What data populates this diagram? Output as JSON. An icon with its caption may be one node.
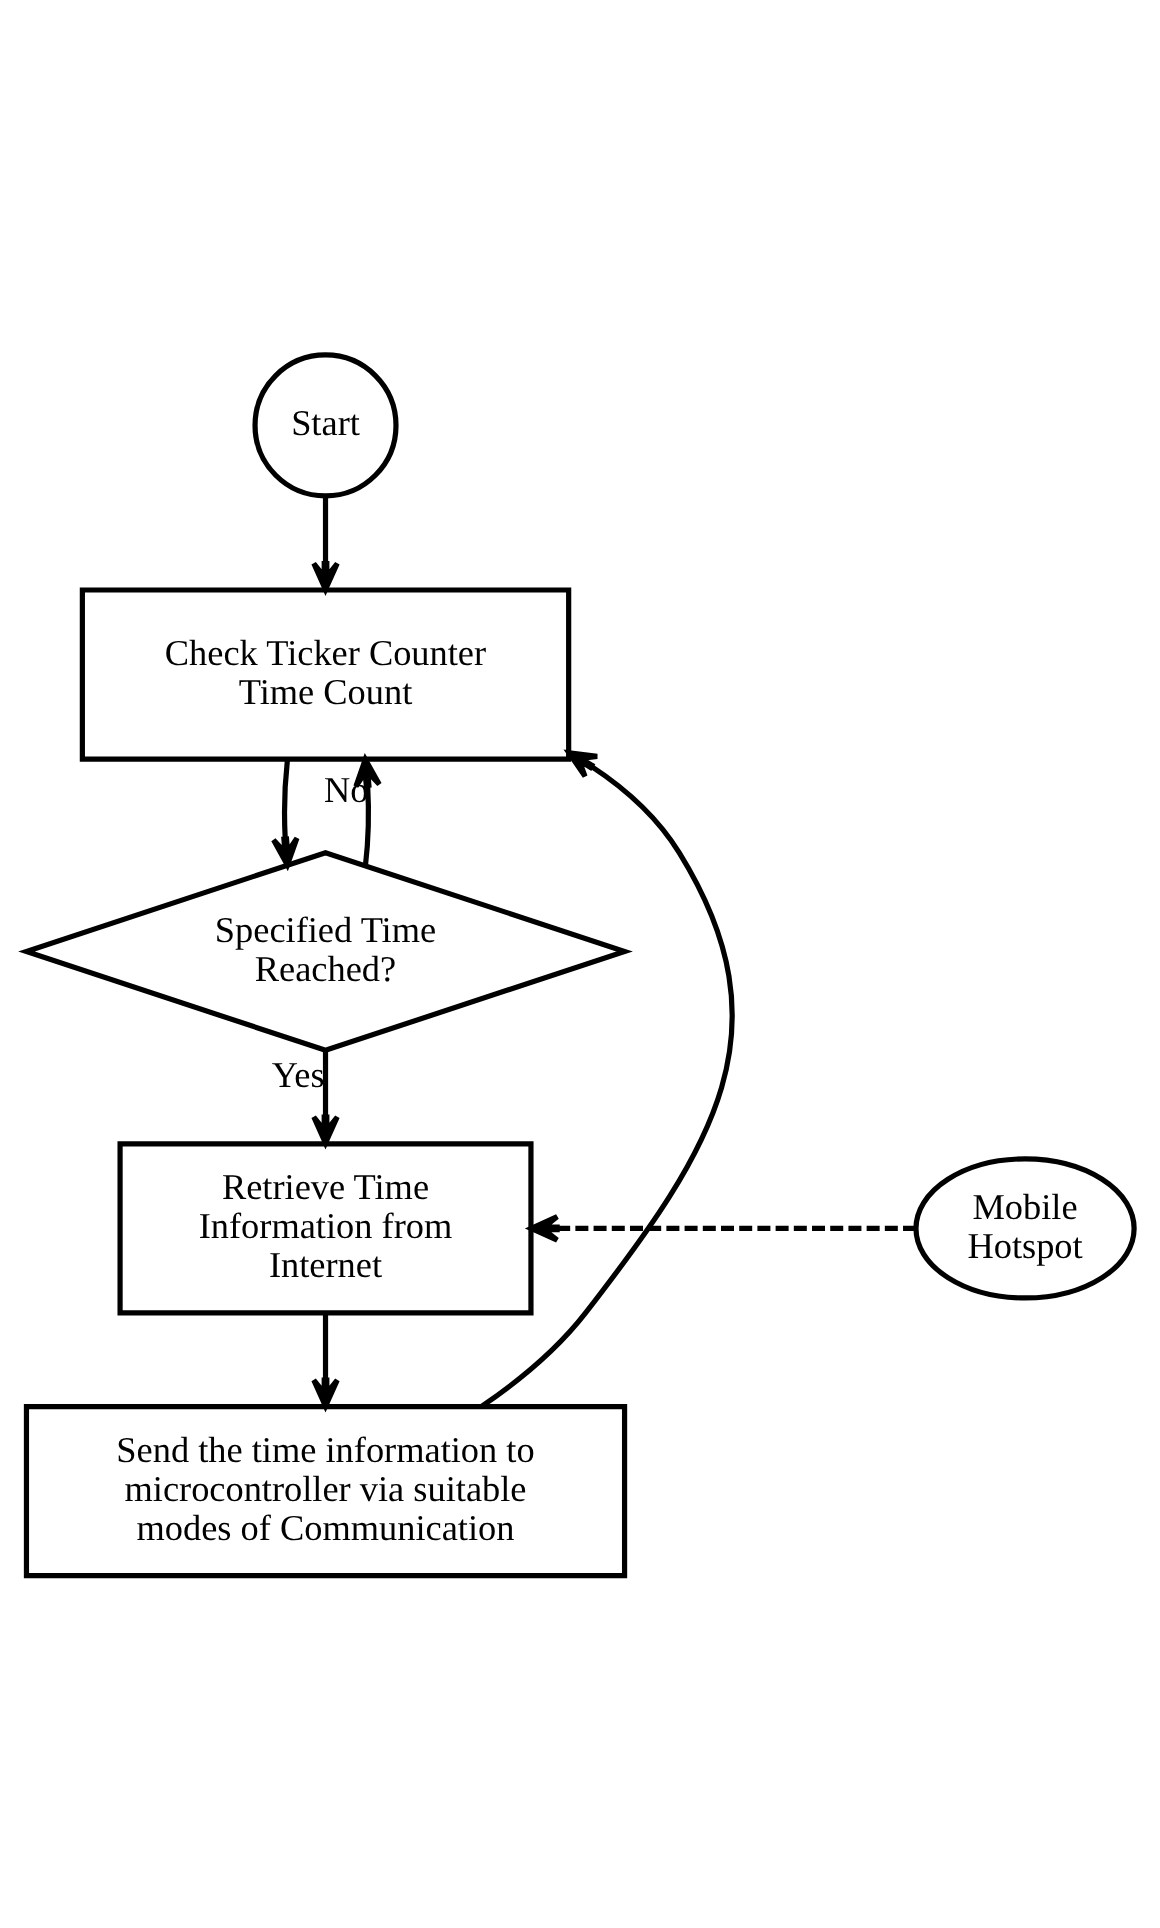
{
  "diagram": {
    "nodes": [
      {
        "text": [
          "Start"
        ]
      },
      {
        "text": [
          "Check Ticker Counter Time Count"
        ]
      },
      {
        "text": [
          "Specified Time Reached?"
        ]
      },
      {
        "text": [
          "Retrieve Time Information from Internet"
        ]
      },
      {
        "text": [
          "Mobile Hotspot"
        ]
      },
      {
        "text": [
          "Send the time information to microcontroller via suitable modes of Communication"
        ]
      }
    ],
    "edges": [
      {
        "from": 0,
        "to": 1,
        "arrow": "to"
      },
      {
        "from": 1,
        "to": 2,
        "arrow": "to"
      },
      {
        "from": 2,
        "to": 1,
        "arrow": "to",
        "label": "No"
      },
      {
        "from": 2,
        "to": 3,
        "arrow": "to",
        "label": "Yes"
      },
      {
        "from": 4,
        "to": 3,
        "arrow": "to",
        "style": "dashed"
      },
      {
        "from": 3,
        "to": 5,
        "arrow": "to"
      },
      {
        "from": 5,
        "to": 1,
        "arrow": "to"
      }
    ]
  }
}
